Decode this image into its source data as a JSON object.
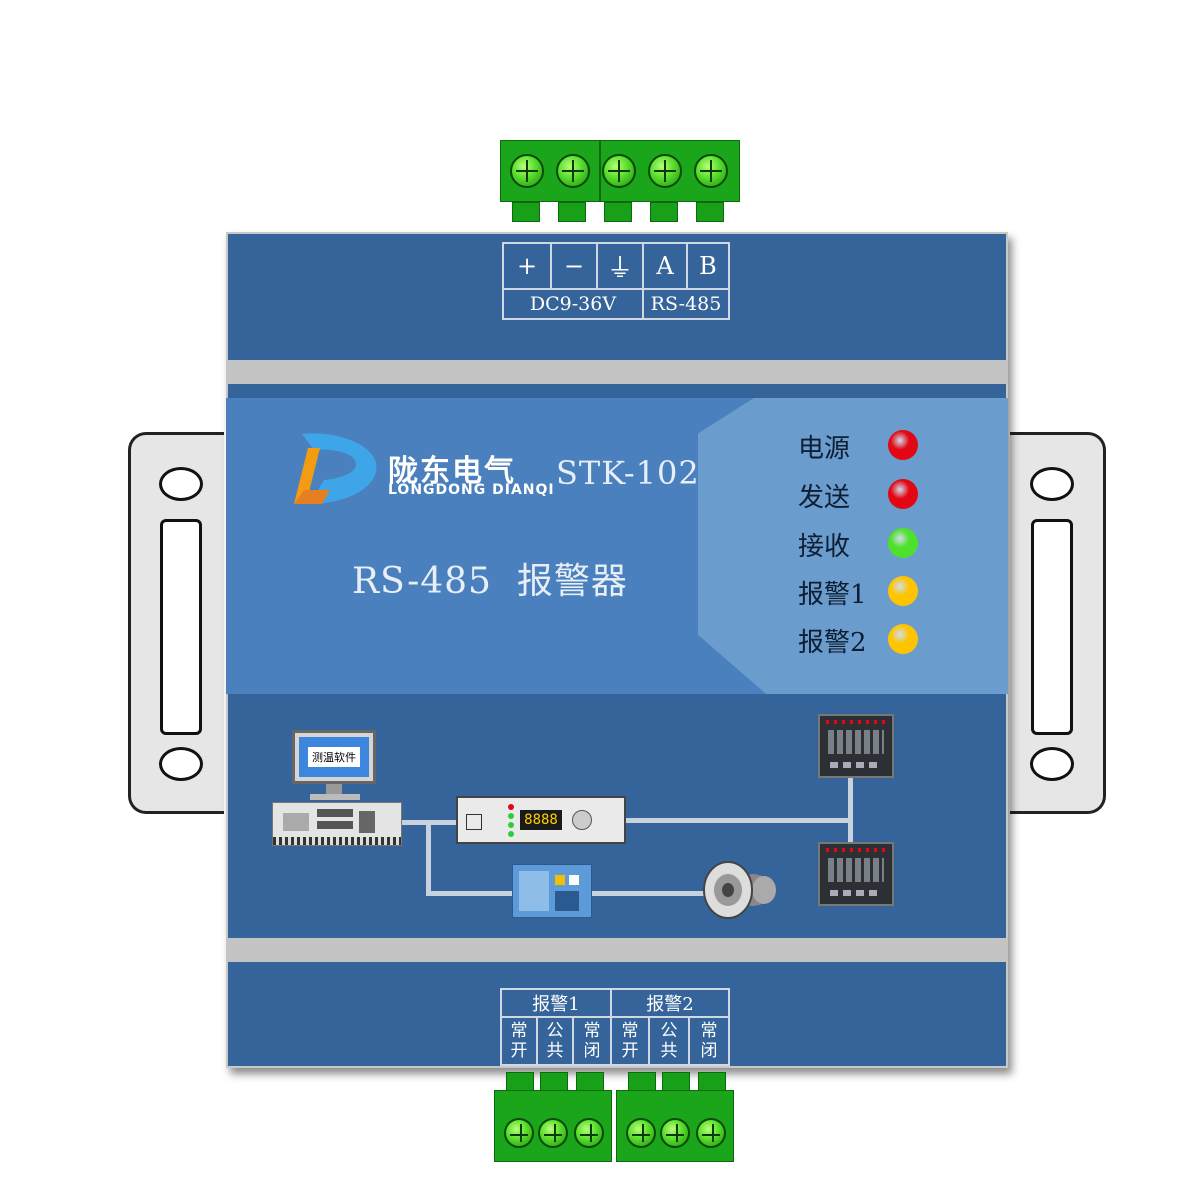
{
  "top_terminals": {
    "pins": [
      "+",
      "−",
      "⏚",
      "A",
      "B"
    ],
    "groups": [
      "DC9-36V",
      "RS-485"
    ]
  },
  "panel": {
    "brand_cn": "陇东电气",
    "brand_en": "LONGDONG DIANQI",
    "model": "STK-102",
    "product_name": "RS-485  报警器"
  },
  "indicators": [
    {
      "label": "电源",
      "color": "#e30613"
    },
    {
      "label": "发送",
      "color": "#e30613"
    },
    {
      "label": "接收",
      "color": "#4ee02a"
    },
    {
      "label": "报警1",
      "color": "#ffc400"
    },
    {
      "label": "报警2",
      "color": "#ffc400"
    }
  ],
  "diagram": {
    "software_label": "测温软件",
    "display_digits": "8888"
  },
  "bottom_terminals": {
    "groups": [
      "报警1",
      "报警2"
    ],
    "pins_top": [
      "常",
      "公",
      "常",
      "常",
      "公",
      "常"
    ],
    "pins_bottom": [
      "开",
      "共",
      "闭",
      "开",
      "共",
      "闭"
    ]
  }
}
